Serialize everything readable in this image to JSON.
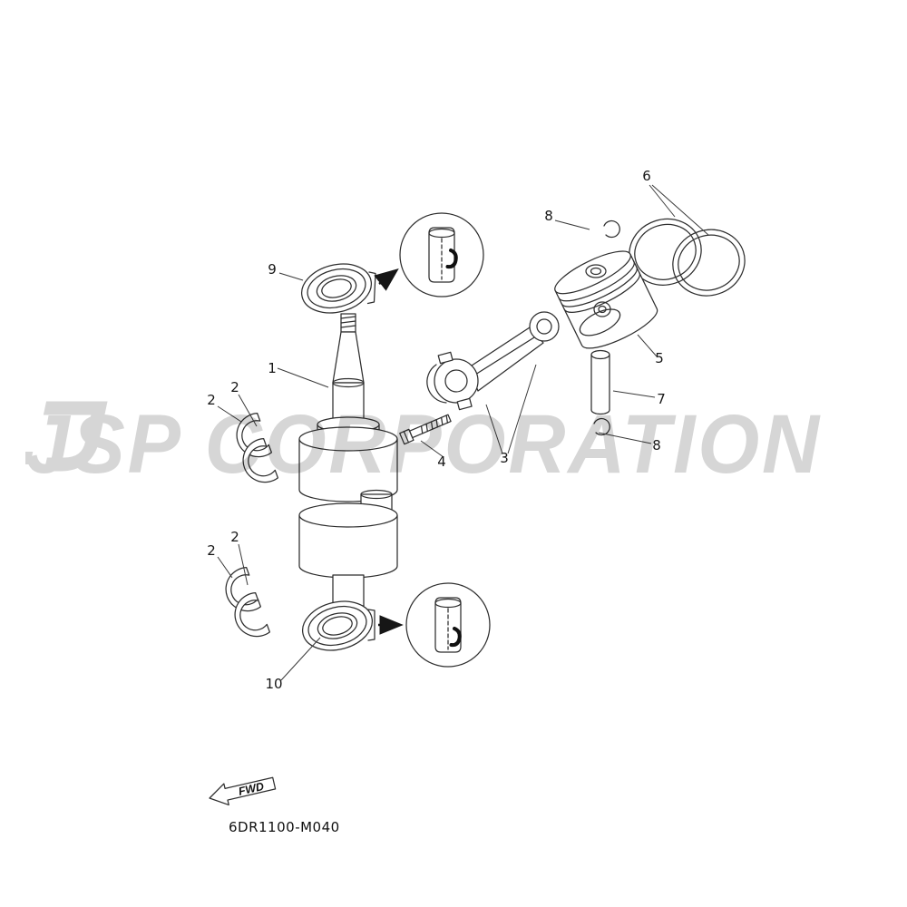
{
  "watermark": {
    "text": "JSP CORPORATION"
  },
  "diagram": {
    "code": "6DR1100-M040",
    "fwd": "FWD",
    "labels": {
      "crankshaft": "1",
      "bearing": "2",
      "connecting_rod": "3",
      "rod_bolt": "4",
      "piston": "5",
      "piston_rings": "6",
      "piston_pin": "7",
      "clip": "8",
      "oil_seal_top": "9",
      "oil_seal_bottom": "10"
    }
  }
}
